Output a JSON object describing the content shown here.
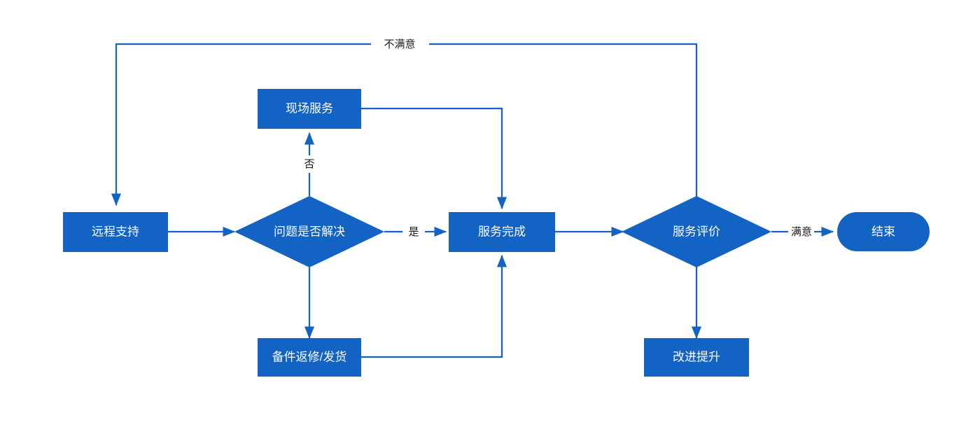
{
  "diagram": {
    "type": "flowchart",
    "title": "",
    "background_color": "#ffffff",
    "accent_color": "#1263c4",
    "node_text_color": "#ffffff",
    "edge_label_color": "#1a1a1a",
    "nodes": [
      {
        "id": "remote_support",
        "label": "远程支持",
        "shape": "rectangle"
      },
      {
        "id": "onsite_service",
        "label": "现场服务",
        "shape": "rectangle"
      },
      {
        "id": "problem_resolved",
        "label": "问题是否解决",
        "shape": "diamond"
      },
      {
        "id": "spare_parts",
        "label": "备件返修/发货",
        "shape": "rectangle"
      },
      {
        "id": "service_done",
        "label": "服务完成",
        "shape": "rectangle"
      },
      {
        "id": "service_rating",
        "label": "服务评价",
        "shape": "diamond"
      },
      {
        "id": "improvement",
        "label": "改进提升",
        "shape": "rectangle"
      },
      {
        "id": "end",
        "label": "结束",
        "shape": "rounded-terminal"
      }
    ],
    "edge_labels": {
      "dissatisfied": "不满意",
      "no": "否",
      "yes": "是",
      "satisfied": "满意"
    },
    "edges": [
      {
        "from": "remote_support",
        "to": "problem_resolved",
        "label": ""
      },
      {
        "from": "problem_resolved",
        "to": "onsite_service",
        "label": "否"
      },
      {
        "from": "problem_resolved",
        "to": "service_done",
        "label": "是"
      },
      {
        "from": "problem_resolved",
        "to": "spare_parts",
        "label": ""
      },
      {
        "from": "onsite_service",
        "to": "service_done",
        "label": ""
      },
      {
        "from": "spare_parts",
        "to": "service_done",
        "label": ""
      },
      {
        "from": "service_done",
        "to": "service_rating",
        "label": ""
      },
      {
        "from": "service_rating",
        "to": "end",
        "label": "满意"
      },
      {
        "from": "service_rating",
        "to": "improvement",
        "label": ""
      },
      {
        "from": "service_rating",
        "to": "remote_support",
        "label": "不满意"
      }
    ]
  }
}
